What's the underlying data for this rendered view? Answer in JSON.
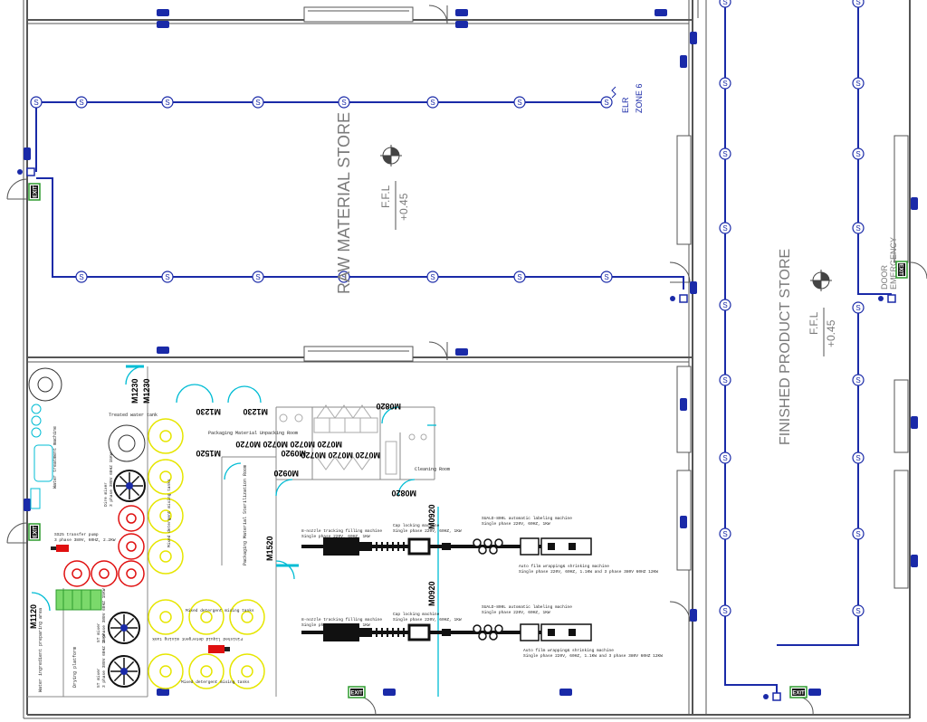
{
  "rooms": {
    "raw_material_store": "RAW MATERIAL STORE",
    "finished_product_store": "FINISHED PRODUCT STORE",
    "ffl_label": "F.F.L",
    "ffl_value": "+0.45",
    "packaging_material_unpacking_room": "Packaging Material Unpacking Room",
    "packaging_material_sterilization_room": "Packaging Material Sterilization Room",
    "cleaning_room": "Cleaning Room",
    "treated_water_tank": "Treated water tank",
    "water_treatment_machine": "Water treatment machine",
    "water_ingredient_preparing_area": "Water ingredient preparing area",
    "drying_platform": "Drying platform"
  },
  "zone": {
    "line1": "ELR",
    "line2": "ZONE 6"
  },
  "door_emergency": {
    "line1": "DOOR",
    "line2": "EMERGENCY"
  },
  "exit_sign": "EXIT",
  "sprinkler_symbol": "S",
  "door_codes": {
    "m1230_a": "M1230",
    "m1230_b": "M1230",
    "m1230_c": "M1230",
    "m1230_d": "M1230",
    "m1520_a": "M1520",
    "m1520_b": "M1520",
    "m0920_a": "M0920",
    "m0920_b": "M0920",
    "m0920_c": "M0920",
    "m0920_d": "M0920",
    "m0820_a": "M0820",
    "m0820_b": "M0820",
    "m0720_row": "M0720 M0720 M0720 M0720",
    "m0720_row2": "M0720 M0720 M0720",
    "m1120": "M1120"
  },
  "machines": {
    "filling_1_title": "8-nozzle tracking filling machine",
    "filling_1_spec": "Single phase 220V, 60HZ, 1KW",
    "capping_1_title": "Cap locking machine",
    "capping_1_spec": "Single phase 220V, 60HZ, 1KW",
    "labeling_1_title": "SUALD-800L automatic labeling machine",
    "labeling_1_spec": "Single phase 220V, 60HZ, 1KW",
    "shrink_1_title": "Auto film wrapping& shrinking machine",
    "shrink_1_spec": "Single phase 220V, 60HZ, 1.1KW and 3 phase 380V 60HZ 12KW",
    "filling_2_title": "8-nozzle tracking filling machine",
    "filling_2_spec": "Single phase 220V, 60HZ, 1KW",
    "capping_2_title": "Cap locking machine",
    "capping_2_spec": "Single phase 220V, 60HZ, 1KW",
    "labeling_2_title": "SUALD-800L automatic labeling machine",
    "labeling_2_spec": "Single phase 220V, 60HZ, 1KW",
    "shrink_2_title": "Auto film wrapping& shrinking machine",
    "shrink_2_spec": "Single phase 220V, 60HZ, 1.1KW and 3 phase 380V 60HZ 12KW",
    "transfer_pump_title": "SS25 transfer pump",
    "transfer_pump_spec": "3 phase 380V, 60HZ, 2.2KW",
    "mixer_1_title": "Dire mixer",
    "mixer_1_spec": "3 phase 380V 60HZ 15KW",
    "mixer_2_title": "5T mixer",
    "mixer_2_spec": "3 phase 380V 60HZ 15KW",
    "mixer_3_title": "5T mixer",
    "mixer_3_spec": "3 phase 380V 60HZ 15KW",
    "mixing_tanks_1": "Mixed detergent mixing tanks",
    "mixing_tanks_2": "Mixed detergent mixing tanks",
    "mixing_tanks_3": "Mixed detergent mixing tanks",
    "finished_tanks": "Finished liquid detergent mixing tank"
  },
  "colors": {
    "wiring": "#1a2aa8",
    "wall": "#555555",
    "door": "#00bcd4",
    "tank": "#e6e600",
    "red_tank": "#e01010",
    "exit_green": "#2e9b2e"
  }
}
